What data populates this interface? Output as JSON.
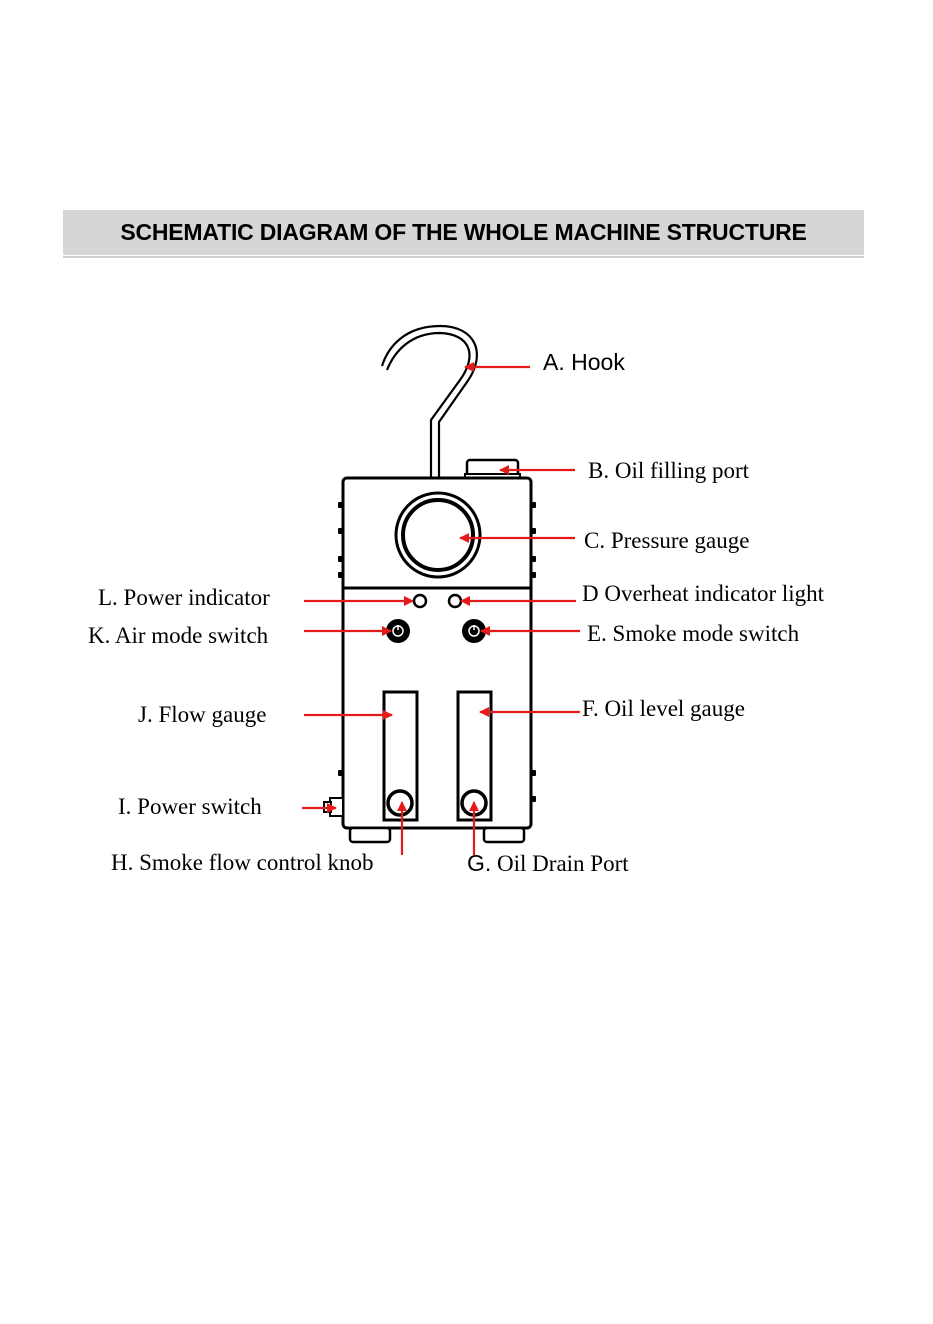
{
  "header": {
    "title": "SCHEMATIC DIAGRAM OF THE WHOLE MACHINE STRUCTURE"
  },
  "labels": {
    "a": "A. Hook",
    "b": "B. Oil filling port",
    "c": "C. Pressure gauge",
    "d": "D Overheat indicator light",
    "e": "E. Smoke mode switch",
    "f": "F. Oil level gauge",
    "g_prefix": "G.",
    "g_rest": " Oil Drain Port",
    "h": "H. Smoke flow control knob",
    "i": "I. Power switch",
    "j": "J. Flow gauge",
    "k": "K. Air mode switch",
    "l": "L. Power indicator"
  },
  "colors": {
    "arrow": "#e31b1b",
    "outline": "#000000",
    "header_bg": "#d6d6d6"
  }
}
